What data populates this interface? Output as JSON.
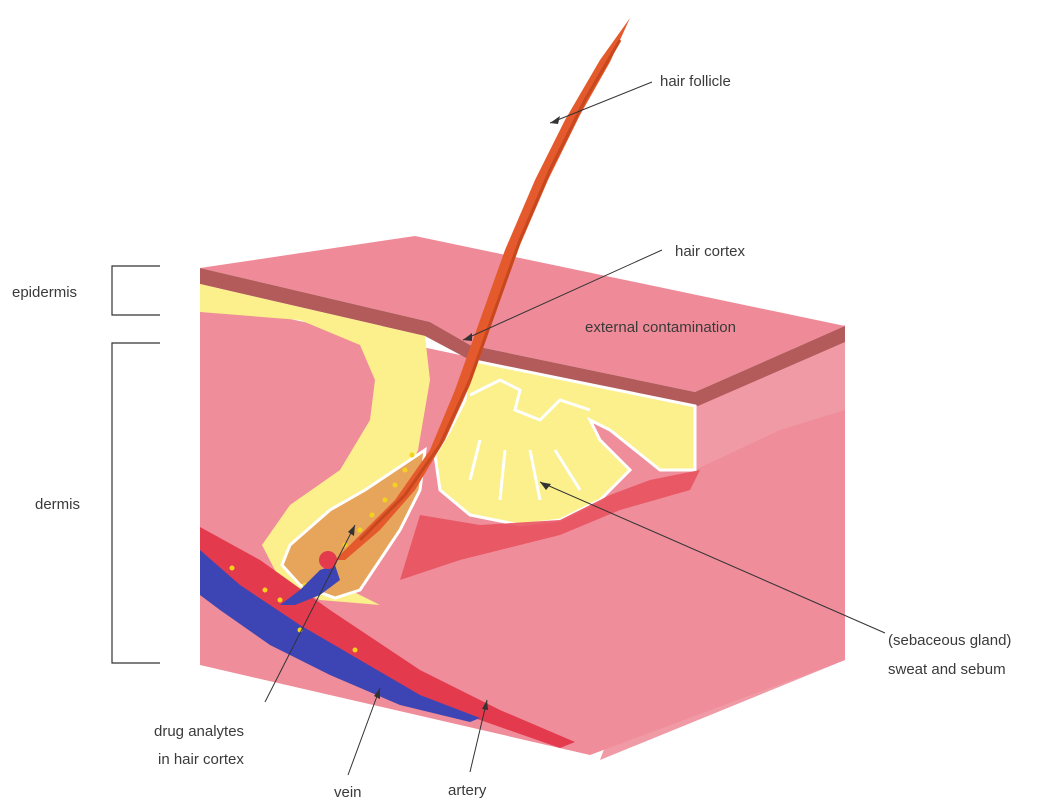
{
  "labels": {
    "hair_follicle": "hair follicle",
    "hair_cortex": "hair cortex",
    "external_contamination": "external contamination",
    "epidermis": "epidermis",
    "dermis": "dermis",
    "sebaceous_line1": "(sebaceous gland)",
    "sebaceous_line2": "sweat  and sebum",
    "drug_line1": "drug analytes",
    "drug_line2": "in hair cortex",
    "vein": "vein",
    "artery": "artery"
  },
  "colors": {
    "dermis": "#ef8d9a",
    "dermis_side": "#f19aa6",
    "top_surface": "#ef8b98",
    "epidermis_band": "#b35b5b",
    "fat": "#fbf08c",
    "hair": "#e45a2c",
    "hair_dark": "#c7481f",
    "follicle_sheath": "#e7a55c",
    "artery": "#e43a4e",
    "vein": "#3d45b4",
    "drug_dots": "#f3d21c",
    "text": "#3a3a3a"
  }
}
